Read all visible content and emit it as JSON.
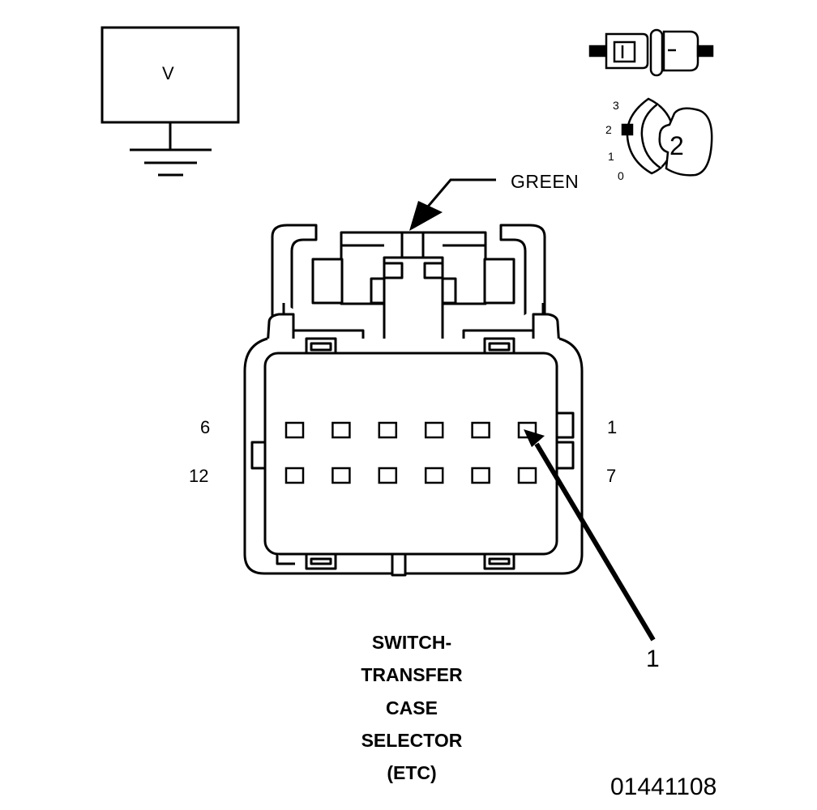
{
  "voltmeter": {
    "label": "V"
  },
  "wire": {
    "color_label": "GREEN"
  },
  "connector": {
    "pin_labels": {
      "top_left": "6",
      "top_right": "1",
      "bottom_left": "12",
      "bottom_right": "7"
    },
    "rows": 2,
    "pins_per_row": 6
  },
  "view_icon": {
    "scale_marks": [
      "3",
      "2",
      "1",
      "0"
    ],
    "view_number": "2"
  },
  "callout": {
    "number": "1"
  },
  "title": {
    "lines": [
      "SWITCH-",
      "TRANSFER",
      "CASE",
      "SELECTOR",
      "(ETC)"
    ]
  },
  "figure_id": "01441108",
  "colors": {
    "line": "#000000",
    "background": "#ffffff"
  }
}
